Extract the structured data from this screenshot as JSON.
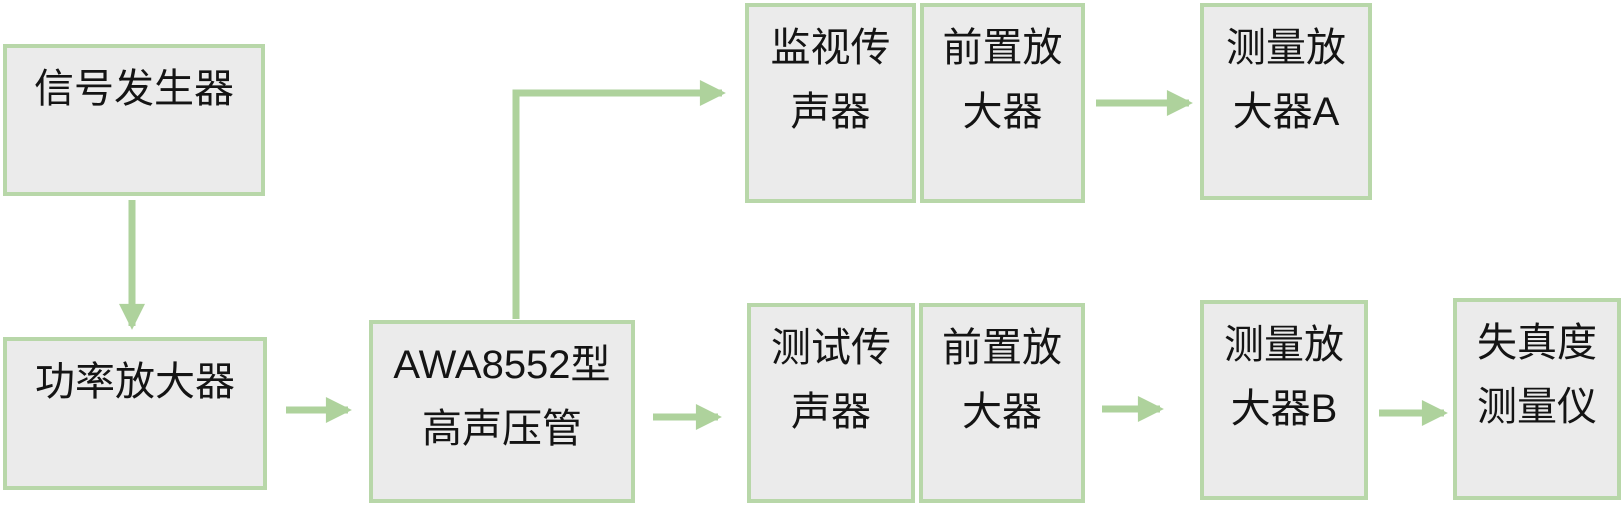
{
  "diagram": {
    "type": "flowchart",
    "nodes": [
      {
        "id": "signal-generator",
        "lines": [
          "信号发生器"
        ]
      },
      {
        "id": "power-amplifier",
        "lines": [
          "功率放大器"
        ]
      },
      {
        "id": "awa-tube",
        "lines": [
          "AWA8552型",
          "高声压管"
        ]
      },
      {
        "id": "monitor-microphone",
        "lines": [
          "监视传",
          "声器"
        ]
      },
      {
        "id": "preamp-top",
        "lines": [
          "前置放",
          "大器"
        ]
      },
      {
        "id": "measuring-amp-a",
        "lines": [
          "测量放",
          "大器A"
        ]
      },
      {
        "id": "test-microphone",
        "lines": [
          "测试传",
          "声器"
        ]
      },
      {
        "id": "preamp-bottom",
        "lines": [
          "前置放",
          "大器"
        ]
      },
      {
        "id": "measuring-amp-b",
        "lines": [
          "测量放",
          "大器B"
        ]
      },
      {
        "id": "distortion-meter",
        "lines": [
          "失真度",
          "测量仪"
        ]
      }
    ],
    "edges": [
      {
        "from": "信号发生器",
        "to": "功率放大器",
        "shape": "straight-down"
      },
      {
        "from": "功率放大器",
        "to": "AWA8552型高声压管",
        "shape": "straight-right"
      },
      {
        "from": "AWA8552型高声压管",
        "to": "监视传声器",
        "shape": "elbow-up-right"
      },
      {
        "from": "AWA8552型高声压管",
        "to": "测试传声器",
        "shape": "straight-right"
      },
      {
        "from": "前置放大器(监视)",
        "to": "测量放大器A",
        "shape": "straight-right"
      },
      {
        "from": "前置放大器(测试)",
        "to": "测量放大器B",
        "shape": "straight-right"
      },
      {
        "from": "测量放大器B",
        "to": "失真度测量仪",
        "shape": "straight-right"
      }
    ]
  },
  "colors": {
    "box-fill": "#ebebeb",
    "box-border": "#b8d7a9",
    "arrow-green": "#aed29c",
    "text": "#141414",
    "background": "#ffffff"
  }
}
